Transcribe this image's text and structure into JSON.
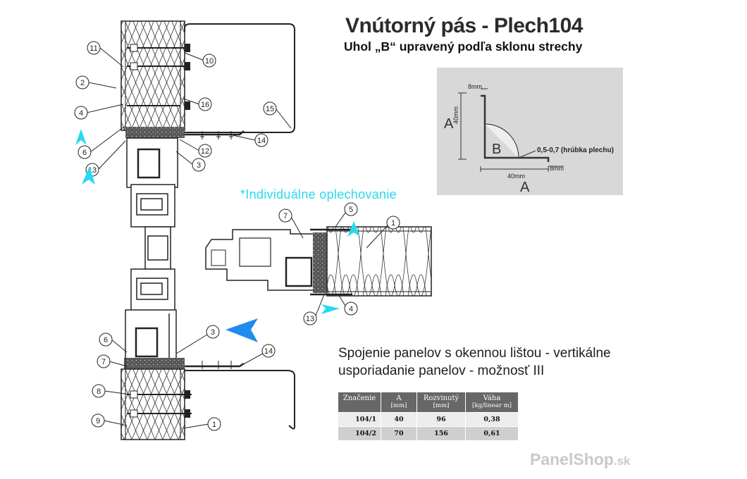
{
  "title": "Vnútorný pás - Plech104",
  "subtitle": "Uhol „B“ upravený podľa sklonu strechy",
  "note": "*Individuálne oplechovanie",
  "caption": {
    "line1": "Spojenie panelov s okennou lištou - vertikálne",
    "line2": "usporiadanie panelov - možnosť III"
  },
  "profile": {
    "label_a_side": "A",
    "label_a_bottom": "A",
    "label_b": "B",
    "dim_top": "8mm",
    "dim_side": "40mm",
    "dim_bottom": "40mm",
    "dim_lip": "8mm",
    "thickness": "0,5-0,7 (hrúbka plechu)"
  },
  "table": {
    "headers": [
      {
        "name": "Značenie",
        "unit": ""
      },
      {
        "name": "A",
        "unit": "[mm]"
      },
      {
        "name": "Rozvinutý",
        "unit": "[mm]"
      },
      {
        "name": "Váha",
        "unit": "[kg/linear m]"
      }
    ],
    "rows": [
      [
        "104/1",
        "40",
        "96",
        "0,38"
      ],
      [
        "104/2",
        "70",
        "156",
        "0,61"
      ]
    ]
  },
  "callouts": [
    "11",
    "10",
    "2",
    "16",
    "15",
    "4",
    "6",
    "14",
    "13",
    "12",
    "3",
    "7",
    "5",
    "1",
    "4",
    "13",
    "3",
    "14",
    "6",
    "7",
    "8",
    "9",
    "1"
  ],
  "brand": {
    "name": "PanelShop",
    "tld": ".sk"
  },
  "colors": {
    "accent_cyan": "#28d9f0",
    "accent_blue": "#1f8bf0",
    "brand_gray": "#c9c9c9"
  }
}
